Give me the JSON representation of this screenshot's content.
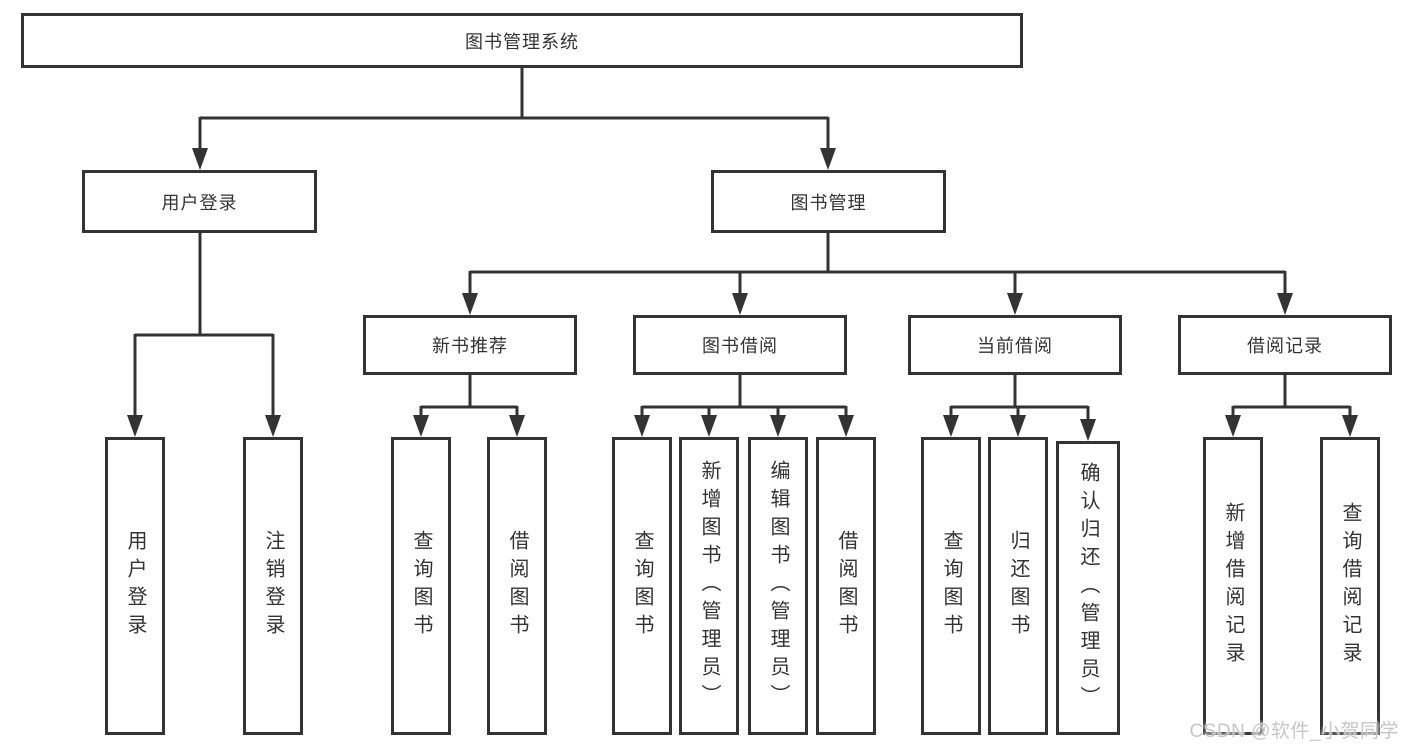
{
  "diagram_title": "图书管理系统",
  "tree": {
    "root": {
      "label": "图书管理系统",
      "children": [
        {
          "label": "用户登录",
          "children": [
            {
              "label": "用户登录"
            },
            {
              "label": "注销登录"
            }
          ]
        },
        {
          "label": "图书管理",
          "children": [
            {
              "label": "新书推荐",
              "children": [
                {
                  "label": "查询图书"
                },
                {
                  "label": "借阅图书"
                }
              ]
            },
            {
              "label": "图书借阅",
              "children": [
                {
                  "label": "查询图书"
                },
                {
                  "label": "新增图书（管理员）"
                },
                {
                  "label": "编辑图书（管理员）"
                },
                {
                  "label": "借阅图书"
                }
              ]
            },
            {
              "label": "当前借阅",
              "children": [
                {
                  "label": "查询图书"
                },
                {
                  "label": "归还图书"
                },
                {
                  "label": "确认归还（管理员）"
                }
              ]
            },
            {
              "label": "借阅记录",
              "children": [
                {
                  "label": "新增借阅记录"
                },
                {
                  "label": "查询借阅记录"
                }
              ]
            }
          ]
        }
      ]
    }
  },
  "watermark": {
    "text": "CSDN @软件_小贺同学"
  },
  "colors": {
    "line": "#333333",
    "box_border": "#333333",
    "text": "#333333",
    "background": "#ffffff",
    "watermark": "#c6c6c6"
  }
}
